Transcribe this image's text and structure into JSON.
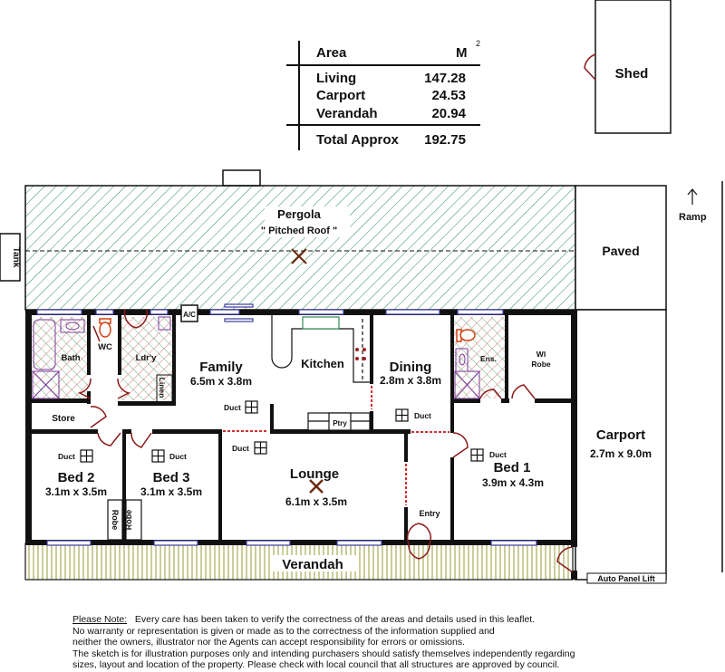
{
  "area_table": {
    "header_label": "Area",
    "header_unit": "M",
    "header_unit_sup": "2",
    "rows": [
      {
        "label": "Living",
        "value": "147.28"
      },
      {
        "label": "Carport",
        "value": "24.53"
      },
      {
        "label": "Verandah",
        "value": "20.94"
      }
    ],
    "total": {
      "label": "Total Approx",
      "value": "192.75"
    }
  },
  "outbuildings": {
    "shed": "Shed",
    "ramp": "Ramp",
    "tank": "Tank",
    "paved": "Paved"
  },
  "pergola": {
    "name": "Pergola",
    "note": "\" Pitched Roof \""
  },
  "rooms": {
    "bath": "Bath",
    "wc": "WC",
    "laundry": "Ldr'y",
    "linen": "Linen",
    "ac": "A/C",
    "family": "Family",
    "family_size": "6.5m x 3.8m",
    "kitchen": "Kitchen",
    "pantry": "Ptry",
    "dining": "Dining",
    "dining_size": "2.8m x 3.8m",
    "ensuite": "Ens.",
    "wi_robe_1": "WI",
    "wi_robe_2": "Robe",
    "store": "Store",
    "bed2": "Bed 2",
    "bed2_size": "3.1m x 3.5m",
    "bed3": "Bed 3",
    "bed3_size": "3.1m x 3.5m",
    "robe": "Robe",
    "lounge": "Lounge",
    "lounge_size": "6.1m x 3.5m",
    "entry": "Entry",
    "bed1": "Bed 1",
    "bed1_size": "3.9m x 4.3m",
    "carport": "Carport",
    "carport_size": "2.7m x 9.0m",
    "verandah": "Verandah",
    "duct": "Duct",
    "auto_panel_lift": "Auto Panel Lift"
  },
  "note": {
    "heading": "Please Note:",
    "line1": "Every care has been taken to verify the correctness of the areas and details used in this leaflet.",
    "line2": "No warranty or representation is given or made as to the correctness of the information supplied and",
    "line3": "neither the owners, illustrator nor the Agents can accept responsibility for errors or omissions.",
    "line4": "The sketch is for illustration purposes only and intending purchasers should satisfy themselves independently regarding",
    "line5": "sizes, layout and location of the property. Please check with local council that all structures are approved by council."
  },
  "colors": {
    "wall": "#111111",
    "pergola_hatch": "#2e8b57",
    "verandah_stripe": "#8a8a20",
    "door": "#8b1a1a",
    "window": "#3a3aa0",
    "wet_hatch": "#e05050"
  }
}
